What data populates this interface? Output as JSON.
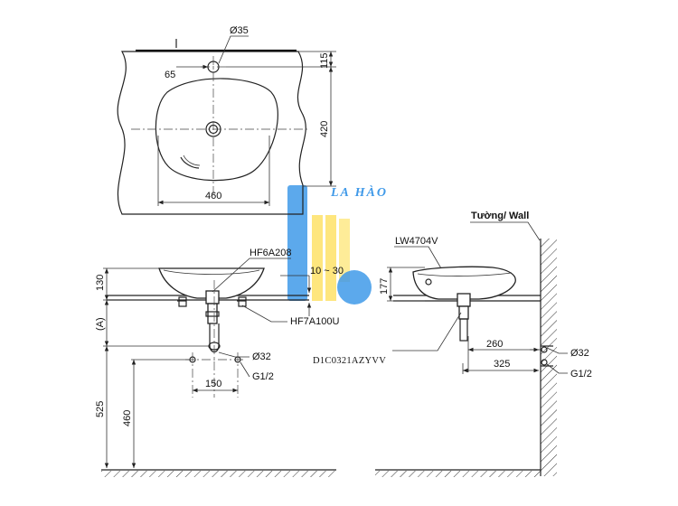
{
  "top_view": {
    "dim_hole_dia": "Ø35",
    "dim_hole_offset": "65",
    "dim_hole_to_center": "115",
    "dim_depth": "420",
    "dim_width": "460"
  },
  "front_view": {
    "label_waste": "HF6A208",
    "label_range": "10 ~ 30",
    "label_height": "130",
    "label_a": "(A)",
    "label_valve": "HF7A100U",
    "label_pipe_dia": "Ø32",
    "label_thread": "G1/2",
    "dim_spacing": "150",
    "dim_525": "525",
    "dim_460": "460"
  },
  "side_view": {
    "label_wall": "Tường/ Wall",
    "label_model": "LW4704V",
    "dim_177": "177",
    "label_trap": "D1C0321AZYVV",
    "dim_260": "260",
    "dim_325": "325",
    "label_pipe_dia": "Ø32",
    "label_thread": "G1/2"
  },
  "watermark": {
    "text": "LA HÀO",
    "color_blue": "#1e88e5",
    "color_yellow": "#fdd835"
  }
}
